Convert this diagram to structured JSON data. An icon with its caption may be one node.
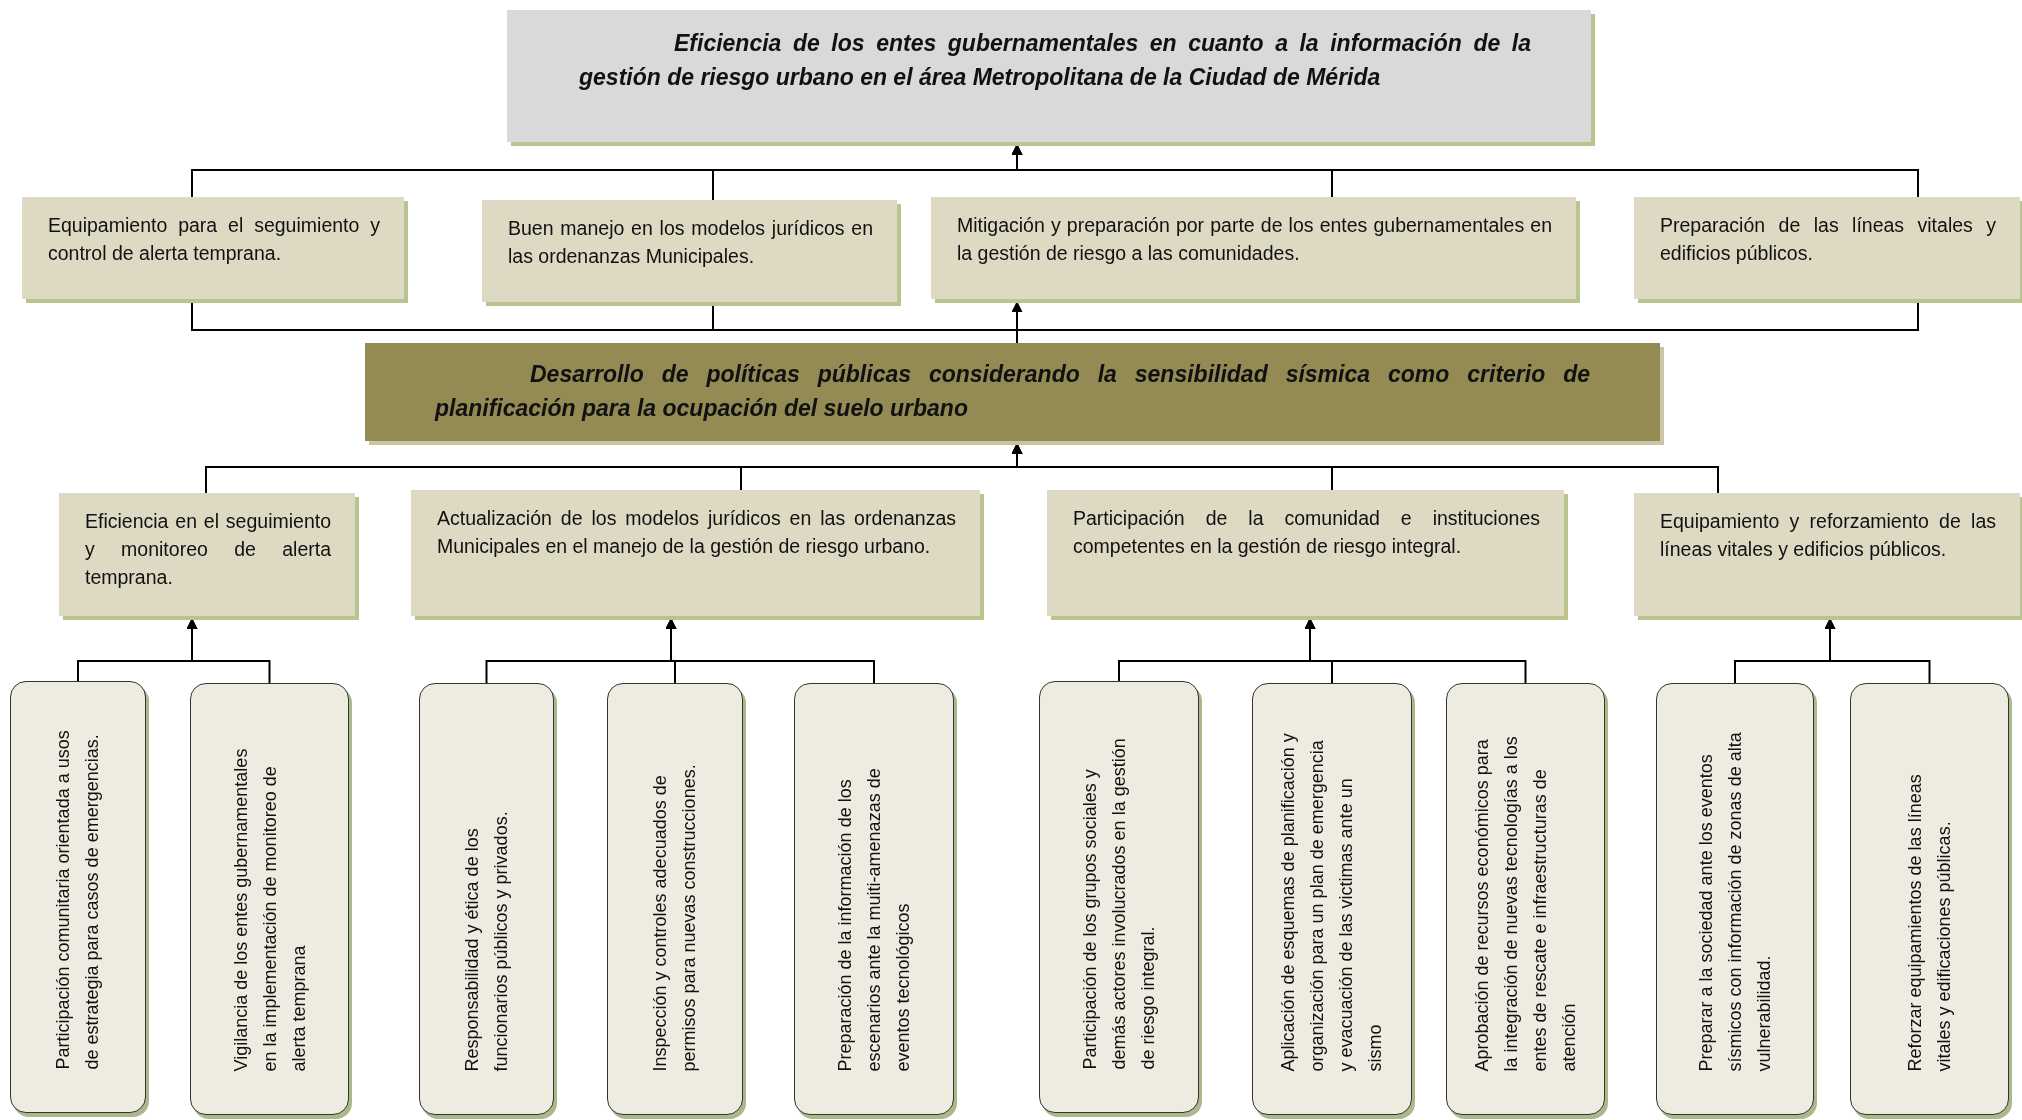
{
  "diagram": {
    "nodes": [
      {
        "text": [
          "Eficiencia de los entes gubernamentales en cuanto a la información de la gestión de riesgo urbano en el área Metropolitana de la Ciudad de Mérida"
        ]
      },
      {
        "text": [
          "Equipamiento para el seguimiento y control de alerta temprana."
        ]
      },
      {
        "text": [
          "Buen manejo en los modelos jurídicos en las ordenanzas Municipales."
        ]
      },
      {
        "text": [
          "Mitigación y preparación por parte de los entes gubernamentales en la gestión de riesgo a las comunidades."
        ]
      },
      {
        "text": [
          "Preparación de las líneas vitales y edificios públicos."
        ]
      },
      {
        "text": [
          "Desarrollo de políticas públicas considerando la sensibilidad sísmica como criterio de planificación para la ocupación del suelo urbano"
        ]
      },
      {
        "text": [
          "Eficiencia en el seguimiento y monitoreo de alerta temprana."
        ]
      },
      {
        "text": [
          "Actualización de los modelos jurídicos en las ordenanzas Municipales en el manejo de la gestión de riesgo urbano."
        ]
      },
      {
        "text": [
          "Participación de la comunidad e instituciones competentes en la gestión de riesgo integral."
        ]
      },
      {
        "text": [
          "Equipamiento y reforzamiento de las líneas vitales y edificios públicos."
        ]
      },
      {
        "text": [
          "Participación comunitaria orientada a usos de estrategia para casos de emergencias."
        ]
      },
      {
        "text": [
          "Vigilancia de los entes gubernamentales en la implementación de monitoreo de alerta temprana"
        ]
      },
      {
        "text": [
          "Responsabilidad y ética de los funcionarios públicos y privados."
        ]
      },
      {
        "text": [
          "Inspección y controles adecuados de permisos para nuevas construcciones."
        ]
      },
      {
        "text": [
          "Preparación de la información de los escenarios ante la muiti-amenazas de eventos tecnológicos"
        ]
      },
      {
        "text": [
          "Participación de los grupos sociales y demás actores involucrados en la gestión de riesgo integral."
        ]
      },
      {
        "text": [
          "Aplicación de esquemas de planificación y organización para un plan de emergencia y evacuación de las victimas ante un sismo"
        ]
      },
      {
        "text": [
          "Aprobación de recursos económicos para la integración de nuevas tecnologías a los entes de rescate e infraestructuras de atención"
        ]
      },
      {
        "text": [
          "Preparar a la sociedad ante los eventos sísmicos con información de zonas de alta vulnerabilidad."
        ]
      },
      {
        "text": [
          "Reforzar equipamientos de las líneas vitales y edificaciones públicas."
        ]
      }
    ],
    "edges": [
      {
        "from": 1,
        "to": 0,
        "arrow": "to"
      },
      {
        "from": 2,
        "to": 0,
        "arrow": "to"
      },
      {
        "from": 3,
        "to": 0,
        "arrow": "to"
      },
      {
        "from": 4,
        "to": 0,
        "arrow": "to"
      },
      {
        "from": 5,
        "to": 1,
        "arrow": "none"
      },
      {
        "from": 5,
        "to": 2,
        "arrow": "none"
      },
      {
        "from": 5,
        "to": 3,
        "arrow": "to"
      },
      {
        "from": 5,
        "to": 4,
        "arrow": "none"
      },
      {
        "from": 6,
        "to": 5,
        "arrow": "to"
      },
      {
        "from": 7,
        "to": 5,
        "arrow": "to"
      },
      {
        "from": 8,
        "to": 5,
        "arrow": "to"
      },
      {
        "from": 9,
        "to": 5,
        "arrow": "to"
      },
      {
        "from": 10,
        "to": 6,
        "arrow": "to"
      },
      {
        "from": 11,
        "to": 6,
        "arrow": "to"
      },
      {
        "from": 12,
        "to": 7,
        "arrow": "to"
      },
      {
        "from": 13,
        "to": 7,
        "arrow": "to"
      },
      {
        "from": 14,
        "to": 7,
        "arrow": "to"
      },
      {
        "from": 15,
        "to": 8,
        "arrow": "to"
      },
      {
        "from": 16,
        "to": 8,
        "arrow": "to"
      },
      {
        "from": 17,
        "to": 8,
        "arrow": "to"
      },
      {
        "from": 18,
        "to": 9,
        "arrow": "to"
      },
      {
        "from": 19,
        "to": 9,
        "arrow": "to"
      }
    ]
  }
}
